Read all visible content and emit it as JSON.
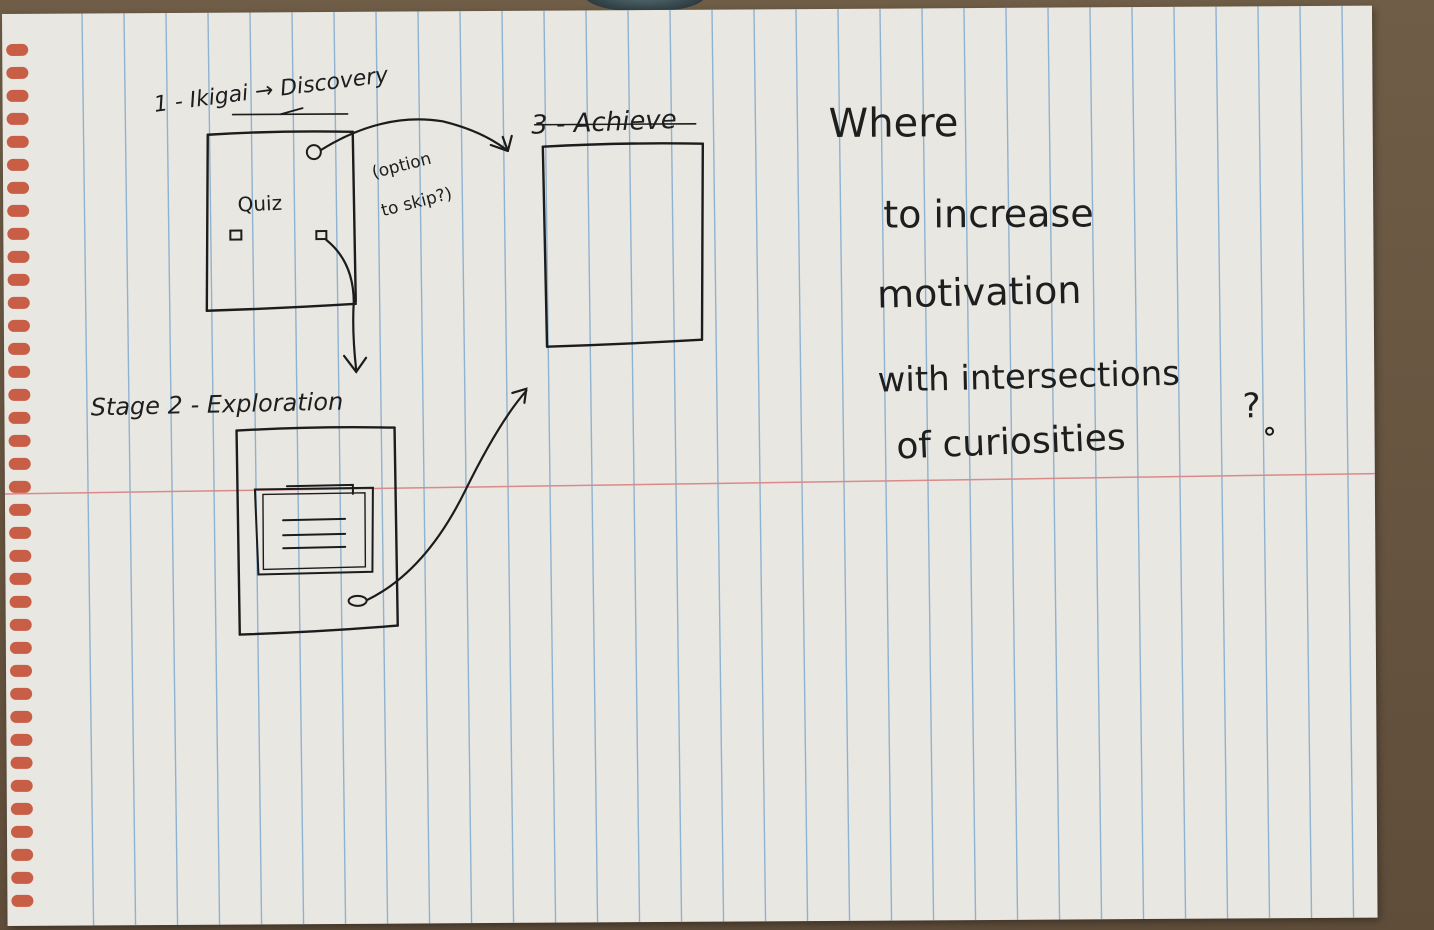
{
  "stage1": {
    "title": "1 - Ikigai → Discovery",
    "box_label": "Quiz"
  },
  "skip_note": {
    "line1": "(option",
    "line2": "to skip?)"
  },
  "stage2": {
    "title": "Stage 2 - Exploration"
  },
  "stage3": {
    "title": "3 - Achieve"
  },
  "question": {
    "lines": [
      "Where",
      "to increase",
      "motivation",
      "with intersections",
      "of curiosities"
    ],
    "mark": "?"
  },
  "colors": {
    "paper": "#e9e7e2",
    "rule_line": "#8fb2cf",
    "margin_line": "#d98a8a",
    "ink": "#1c1c1c",
    "desk": "#6b5a45",
    "punch_hole": "#c2452a"
  }
}
